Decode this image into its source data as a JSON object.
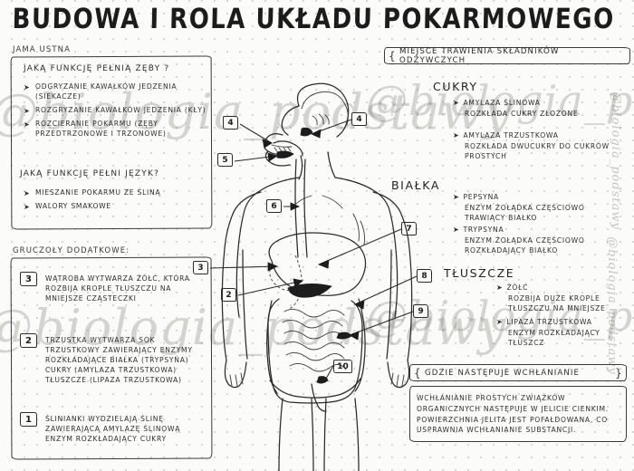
{
  "title": "BUDOWA I ROLA UKŁADU POKARMOWEGO",
  "watermark": {
    "text": "@biologia_podstawy"
  },
  "left_column": {
    "mouth_section": {
      "caption": "JAMA USTNA",
      "teeth_question": "JAKĄ FUNKCJĘ PEŁNIĄ ZĘBY ?",
      "teeth_bullets": [
        "ODGRYZANIE KAWAŁKÓW JEDZENIA (SIEKACZE)",
        "ROZGRYZANIE KAWAŁKÓW JEDZENIA (KŁY)",
        "ROZCIERANIE POKARMU (ZĘBY PRZEDTRZONOWE I TRZONOWE)"
      ],
      "tongue_question": "JAKĄ FUNKCJĘ PEŁNI JĘZYK?",
      "tongue_bullets": [
        "MIESZANIE POKARMU ZE ŚLINĄ",
        "WALORY SMAKOWE"
      ]
    },
    "glands_section": {
      "caption": "GRUCZOŁY DODATKOWE:",
      "items": [
        {
          "number": "3",
          "text": "WĄTROBA WYTWARZA ŻÓŁĆ, KTÓRA ROZBIJA KROPLE TŁUSZCZU NA MNIEJSZE CZĄSTECZKI"
        },
        {
          "number": "2",
          "text": "TRZUSTKA WYTWARZA SOK TRZUSTKOWY ZAWIERAJĄCY ENZYMY ROZKŁADAJĄCE BIAŁKA (TRYPSYNA) CUKRY (AMYLAZA TRZUSTKOWA) TŁUSZCZE (LIPAZA TRZUSTKOWA)"
        },
        {
          "number": "1",
          "text": "ŚLINIANKI WYDZIELAJĄ ŚLINĘ ZAWIERAJĄCĄ AMYLAZĘ ŚLINOWĄ ENZYM ROZKŁADAJĄCY CUKRY"
        }
      ]
    }
  },
  "right_column": {
    "digestion_banner": "MIEJSCE TRAWIENIA SKŁADNIKÓW ODŻYWCZYCH",
    "groups": [
      {
        "heading": "CUKRY",
        "entries": [
          {
            "name": "AMYLAZA ŚLINOWA",
            "desc": "ROZKŁADA CUKRY ZŁOŻONE"
          },
          {
            "name": "AMYLAZA TRZUSTKOWA",
            "desc": "ROZKŁADA DWUCUKRY DO CUKRÓW PROSTYCH"
          }
        ]
      },
      {
        "heading": "BIAŁKA",
        "entries": [
          {
            "name": "PEPSYNA",
            "desc": "ENZYM ŻOŁĄDKA CZĘŚCIOWO TRAWIĄCY BIAŁKO"
          },
          {
            "name": "TRYPSYNA",
            "desc": "ENZYM ŻOŁĄDKA CZĘŚCIOWO ROZKŁADAJĄCY BIAŁKO"
          }
        ]
      },
      {
        "heading": "TŁUSZCZE",
        "entries": [
          {
            "name": "ŻÓŁĆ",
            "desc": "ROZBIJA DUŻE KROPLE TŁUSZCZU NA MNIEJSZE"
          },
          {
            "name": "LIPAZA TRZUSTKOWA",
            "desc": "ENZYM ROZKŁADAJĄCY TŁUSZCZ"
          }
        ]
      }
    ],
    "absorption_banner": "GDZIE NASTĘPUJE WCHŁANIANIE",
    "absorption_text": "WCHŁANIANIE PROSTYCH ZWIĄZKÓW ORGANICZNYCH NASTĘPUJE W JELICIE CIENKIM. POWIERZCHNIA JELITA JEST POFAŁDOWANA, CO USPRAWNIA WCHŁANIANIE SUBSTANCJI."
  },
  "diagram": {
    "callouts": [
      {
        "number": "4"
      },
      {
        "number": "5"
      },
      {
        "number": "6"
      },
      {
        "number": "7"
      },
      {
        "number": "3"
      },
      {
        "number": "2"
      },
      {
        "number": "8"
      },
      {
        "number": "9"
      },
      {
        "number": "10"
      }
    ]
  }
}
